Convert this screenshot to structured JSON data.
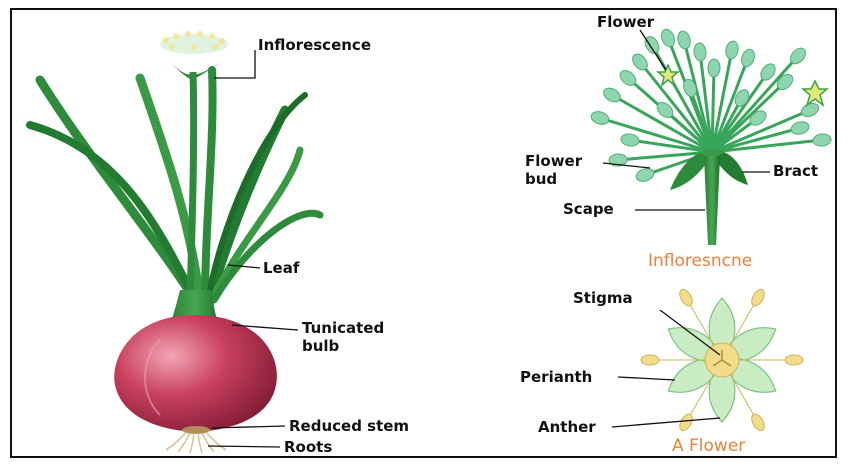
{
  "labels": {
    "inflorescence": "Inflorescence",
    "leaf": "Leaf",
    "tunicated_bulb_line1": "Tunicated",
    "tunicated_bulb_line2": "bulb",
    "reduced_stem": "Reduced stem",
    "roots": "Roots",
    "flower": "Flower",
    "flower_bud_line1": "Flower",
    "flower_bud_line2": "bud",
    "bract": "Bract",
    "scape": "Scape",
    "stigma": "Stigma",
    "perianth": "Perianth",
    "anther": "Anther"
  },
  "captions": {
    "inflorescence": "Infloresncne",
    "flower": "A Flower"
  },
  "colors": {
    "leaf": "#2e8b3c",
    "leaf_dark": "#1f6b2a",
    "bulb": "#b8324f",
    "bulb_light": "#e77d90",
    "bud": "#8fd6b0",
    "petal": "#c9ecc4",
    "anther": "#f1dc8a",
    "caption": "#e8823a"
  }
}
